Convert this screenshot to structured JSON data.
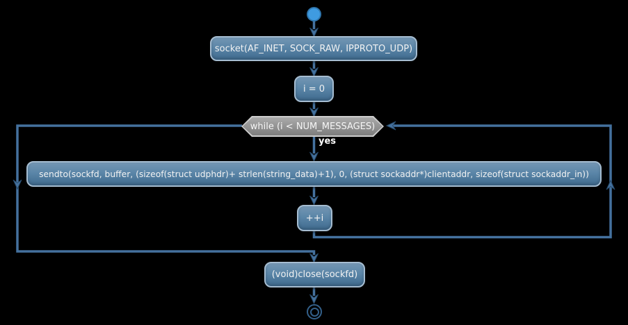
{
  "diagram": {
    "type": "activity-flowchart",
    "background_color": "#000000",
    "colors": {
      "activity_fill_top": "#7496b3",
      "activity_fill_bottom": "#3f6a8e",
      "activity_border": "#a6bdd1",
      "while_fill_top": "#ababab",
      "while_fill_bottom": "#7d7d7d",
      "while_border": "#cdcdcd",
      "start_fill": "#3f9be1",
      "start_border": "#2f76ae",
      "end_ring": "#33608a",
      "edge_line": "#44719e",
      "text": "#f2f2f2"
    },
    "nodes": {
      "socket_call": {
        "label": "socket(AF_INET, SOCK_RAW, IPPROTO_UDP)"
      },
      "init_counter": {
        "label": "i = 0"
      },
      "while_condition": {
        "label": "while (i < NUM_MESSAGES)"
      },
      "sendto_call": {
        "label": "sendto(sockfd, buffer, (sizeof(struct udphdr)+ strlen(string_data)+1), 0, (struct sockaddr*)clientaddr, sizeof(struct sockaddr_in))"
      },
      "increment": {
        "label": "++i"
      },
      "close_call": {
        "label": "(void)close(sockfd)"
      }
    },
    "edge_labels": {
      "loop_yes": "yes"
    }
  }
}
